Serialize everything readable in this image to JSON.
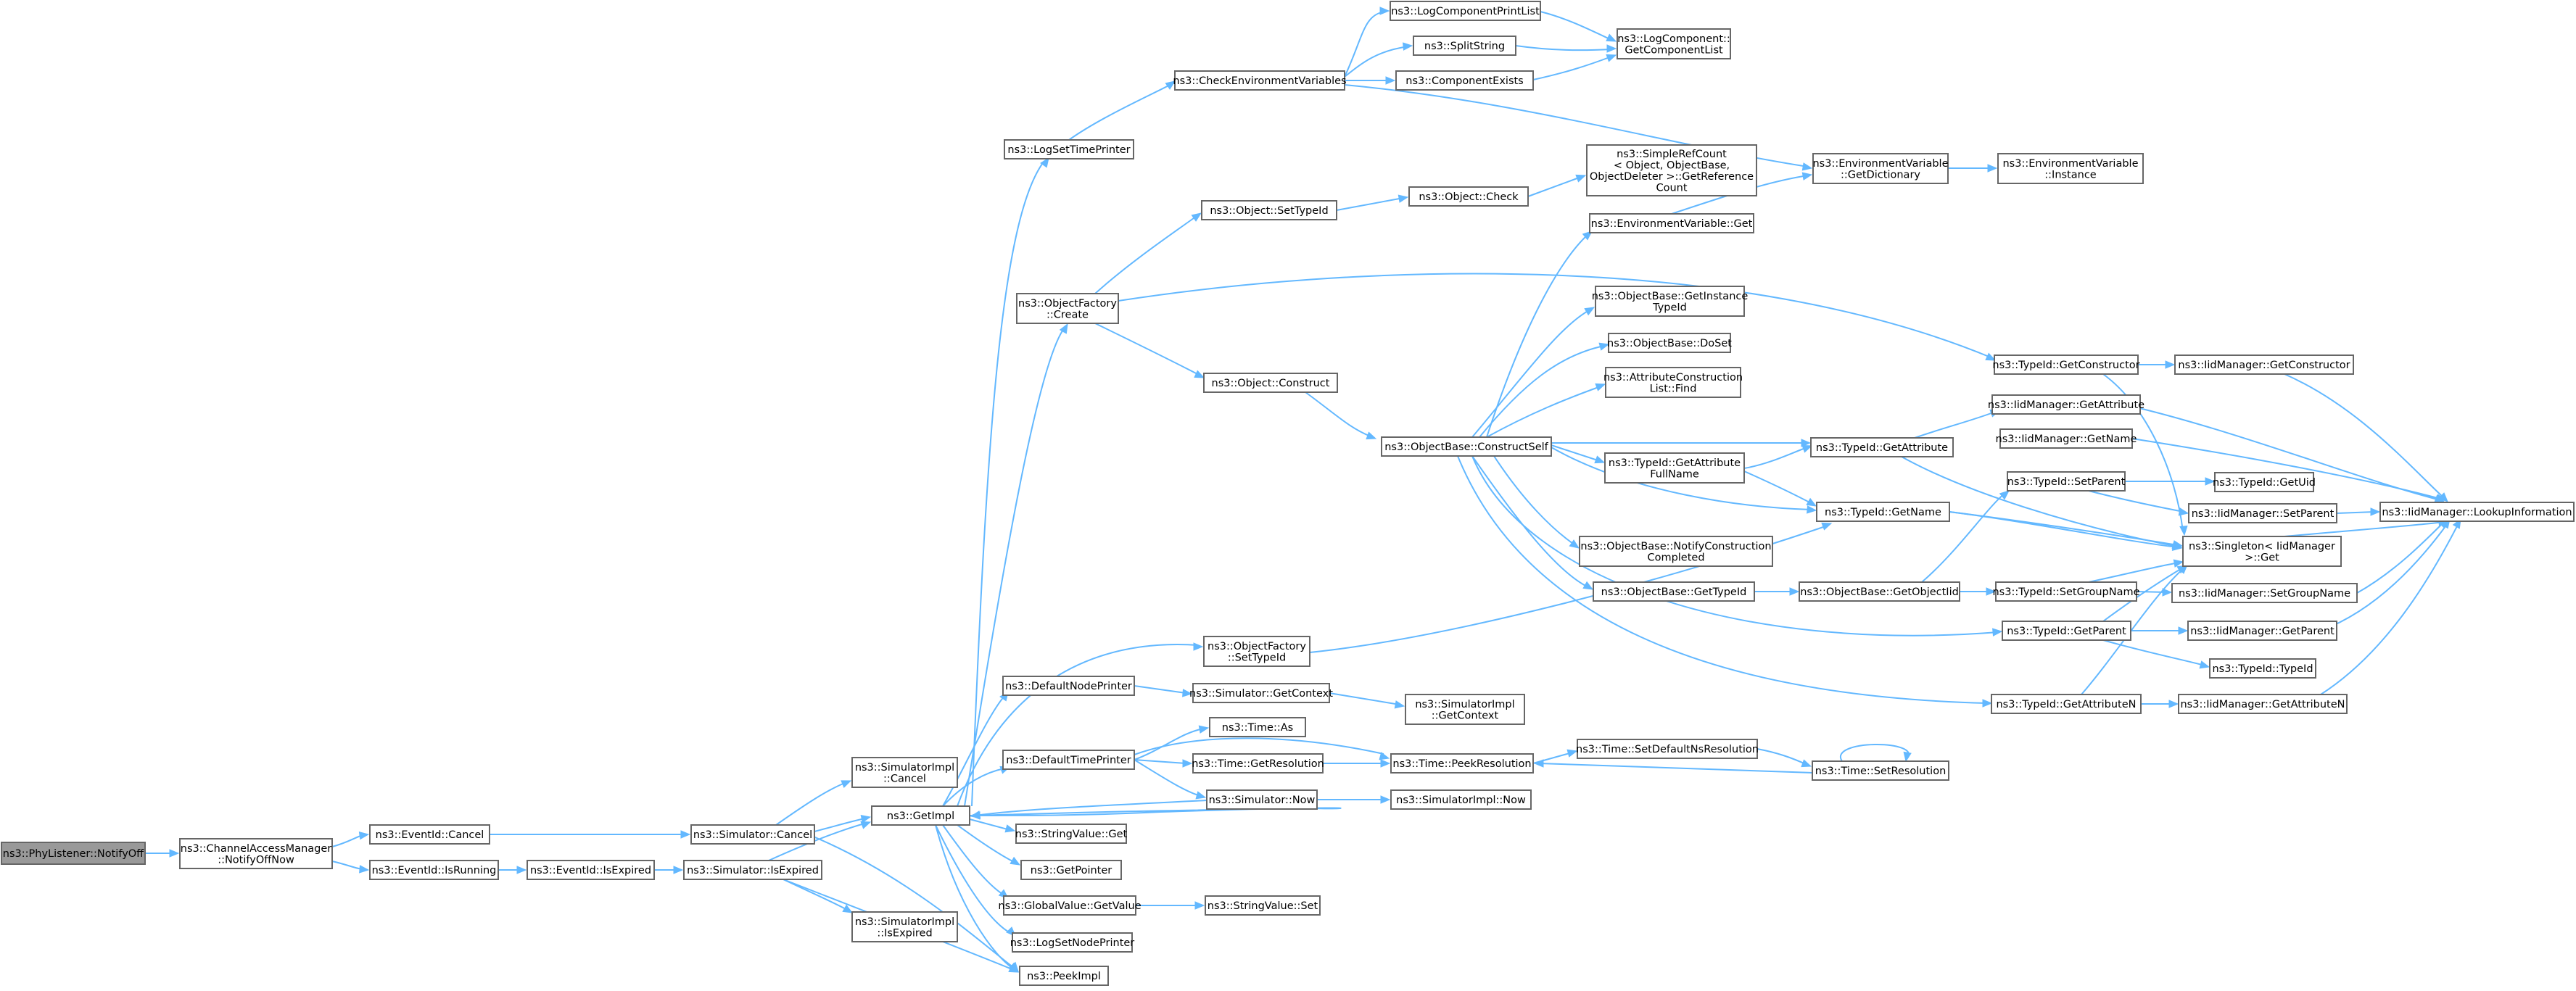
{
  "graph": {
    "nodes": [
      {
        "id": "n0",
        "label": [
          "ns3::PhyListener::NotifyOff"
        ],
        "root": true
      },
      {
        "id": "n1",
        "label": [
          "ns3::ChannelAccessManager",
          "::NotifyOffNow"
        ]
      },
      {
        "id": "n2",
        "label": [
          "ns3::EventId::Cancel"
        ]
      },
      {
        "id": "n3",
        "label": [
          "ns3::EventId::IsRunning"
        ]
      },
      {
        "id": "n4",
        "label": [
          "ns3::Simulator::Cancel"
        ]
      },
      {
        "id": "n5",
        "label": [
          "ns3::EventId::IsExpired"
        ]
      },
      {
        "id": "n6",
        "label": [
          "ns3::Simulator::IsExpired"
        ]
      },
      {
        "id": "n7",
        "label": [
          "ns3::SimulatorImpl",
          "::Cancel"
        ]
      },
      {
        "id": "n8",
        "label": [
          "ns3::GetImpl"
        ]
      },
      {
        "id": "n9",
        "label": [
          "ns3::SimulatorImpl",
          "::IsExpired"
        ]
      },
      {
        "id": "n10",
        "label": [
          "ns3::PeekImpl"
        ]
      },
      {
        "id": "n11",
        "label": [
          "ns3::LogSetTimePrinter"
        ]
      },
      {
        "id": "n12",
        "label": [
          "ns3::ObjectFactory",
          "::Create"
        ]
      },
      {
        "id": "n13",
        "label": [
          "ns3::DefaultNodePrinter"
        ]
      },
      {
        "id": "n14",
        "label": [
          "ns3::DefaultTimePrinter"
        ]
      },
      {
        "id": "n15",
        "label": [
          "ns3::StringValue::Get"
        ]
      },
      {
        "id": "n16",
        "label": [
          "ns3::GetPointer"
        ]
      },
      {
        "id": "n17",
        "label": [
          "ns3::GlobalValue::GetValue"
        ]
      },
      {
        "id": "n18",
        "label": [
          "ns3::LogSetNodePrinter"
        ]
      },
      {
        "id": "n19",
        "label": [
          "ns3::CheckEnvironmentVariables"
        ]
      },
      {
        "id": "n20",
        "label": [
          "ns3::LogComponentPrintList"
        ]
      },
      {
        "id": "n21",
        "label": [
          "ns3::SplitString"
        ]
      },
      {
        "id": "n22",
        "label": [
          "ns3::ComponentExists"
        ]
      },
      {
        "id": "n23",
        "label": [
          "ns3::LogComponent::",
          "GetComponentList"
        ]
      },
      {
        "id": "n24",
        "label": [
          "ns3::EnvironmentVariable",
          "::GetDictionary"
        ]
      },
      {
        "id": "n25",
        "label": [
          "ns3::EnvironmentVariable",
          "::Instance"
        ]
      },
      {
        "id": "n26",
        "label": [
          "ns3::Object::SetTypeId"
        ]
      },
      {
        "id": "n27",
        "label": [
          "ns3::Object::Check"
        ]
      },
      {
        "id": "n28",
        "label": [
          "ns3::SimpleRefCount",
          "< Object, ObjectBase,",
          "ObjectDeleter >::GetReference",
          "Count"
        ]
      },
      {
        "id": "n29",
        "label": [
          "ns3::EnvironmentVariable::Get"
        ]
      },
      {
        "id": "n30",
        "label": [
          "ns3::Object::Construct"
        ]
      },
      {
        "id": "n31",
        "label": [
          "ns3::ObjectBase::ConstructSelf"
        ]
      },
      {
        "id": "n32",
        "label": [
          "ns3::ObjectBase::GetInstance",
          "TypeId"
        ]
      },
      {
        "id": "n33",
        "label": [
          "ns3::ObjectBase::DoSet"
        ]
      },
      {
        "id": "n34",
        "label": [
          "ns3::AttributeConstruction",
          "List::Find"
        ]
      },
      {
        "id": "n35",
        "label": [
          "ns3::TypeId::GetAttribute",
          "FullName"
        ]
      },
      {
        "id": "n36",
        "label": [
          "ns3::ObjectBase::NotifyConstruction",
          "Completed"
        ]
      },
      {
        "id": "n37",
        "label": [
          "ns3::ObjectBase::GetTypeId"
        ]
      },
      {
        "id": "n38",
        "label": [
          "ns3::TypeId::GetConstructor"
        ]
      },
      {
        "id": "n39",
        "label": [
          "ns3::IidManager::GetConstructor"
        ]
      },
      {
        "id": "n40",
        "label": [
          "ns3::IidManager::GetAttribute"
        ]
      },
      {
        "id": "n41",
        "label": [
          "ns3::TypeId::GetAttribute"
        ]
      },
      {
        "id": "n42",
        "label": [
          "ns3::IidManager::GetName"
        ]
      },
      {
        "id": "n43",
        "label": [
          "ns3::TypeId::GetName"
        ]
      },
      {
        "id": "n44",
        "label": [
          "ns3::TypeId::SetParent"
        ]
      },
      {
        "id": "n45",
        "label": [
          "ns3::TypeId::GetUid"
        ]
      },
      {
        "id": "n46",
        "label": [
          "ns3::IidManager::SetParent"
        ]
      },
      {
        "id": "n47",
        "label": [
          "ns3::IidManager::LookupInformation"
        ]
      },
      {
        "id": "n48",
        "label": [
          "ns3::Singleton< IidManager",
          " >::Get"
        ]
      },
      {
        "id": "n49",
        "label": [
          "ns3::ObjectBase::GetObjectIid"
        ]
      },
      {
        "id": "n50",
        "label": [
          "ns3::TypeId::SetGroupName"
        ]
      },
      {
        "id": "n51",
        "label": [
          "ns3::IidManager::SetGroupName"
        ]
      },
      {
        "id": "n52",
        "label": [
          "ns3::TypeId::GetParent"
        ]
      },
      {
        "id": "n53",
        "label": [
          "ns3::IidManager::GetParent"
        ]
      },
      {
        "id": "n54",
        "label": [
          "ns3::TypeId::TypeId"
        ]
      },
      {
        "id": "n55",
        "label": [
          "ns3::TypeId::GetAttributeN"
        ]
      },
      {
        "id": "n56",
        "label": [
          "ns3::IidManager::GetAttributeN"
        ]
      },
      {
        "id": "n57",
        "label": [
          "ns3::ObjectFactory",
          "::SetTypeId"
        ]
      },
      {
        "id": "n58",
        "label": [
          "ns3::Simulator::GetContext"
        ]
      },
      {
        "id": "n59",
        "label": [
          "ns3::SimulatorImpl",
          "::GetContext"
        ]
      },
      {
        "id": "n60",
        "label": [
          "ns3::Time::As"
        ]
      },
      {
        "id": "n61",
        "label": [
          "ns3::Time::GetResolution"
        ]
      },
      {
        "id": "n62",
        "label": [
          "ns3::Time::PeekResolution"
        ]
      },
      {
        "id": "n63",
        "label": [
          "ns3::Time::SetDefaultNsResolution"
        ]
      },
      {
        "id": "n64",
        "label": [
          "ns3::Time::SetResolution"
        ]
      },
      {
        "id": "n65",
        "label": [
          "ns3::Simulator::Now"
        ]
      },
      {
        "id": "n66",
        "label": [
          "ns3::SimulatorImpl::Now"
        ]
      },
      {
        "id": "n67",
        "label": [
          "ns3::StringValue::Set"
        ]
      }
    ]
  }
}
